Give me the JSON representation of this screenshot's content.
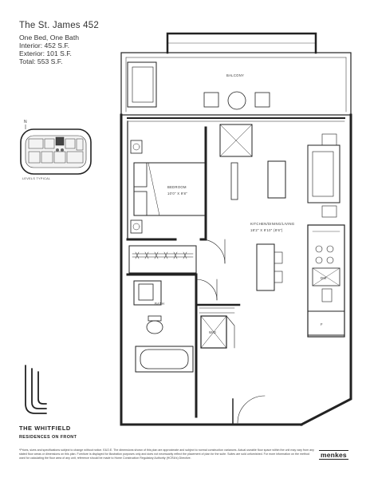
{
  "header": {
    "title": "The St. James 452",
    "unit_type": "One Bed, One Bath",
    "interior": "Interior: 452 S.F.",
    "exterior": "Exterior: 101 S.F.",
    "total": "Total: 553 S.F."
  },
  "key_plan": {
    "label": "LEVELS TYPICAL",
    "north_marker": "N"
  },
  "rooms": {
    "balcony": "BALCONY",
    "bedroom": "BEDROOM",
    "bedroom_dims": "10'0\" X 9'8\"",
    "kitchen": "KITCHEN/DINING/LIVING",
    "kitchen_dims": "18'2\" X 9'10\" (8'6\")",
    "bath": "BATH",
    "wd": "W/D",
    "dw": "DW",
    "fridge": "F"
  },
  "branding": {
    "name": "THE WHITFIELD",
    "subtitle": "RESIDENCES ON FRONT",
    "developer": "menkes"
  },
  "disclaimer": "*Prices, sizes and specifications subject to change without notice. E&O.E. The dimensions shown of this plan are approximate and subject to normal construction variances. Actual useable floor space within the unit may vary from any stated floor areas or dimensions on this plan. Furniture is displayed for illustration purposes only and does not necessarily reflect the placement of plan for the suite. Suites are sold unfurnished. For more information on the method used for calculating the floor area of any unit, reference should be made to Home Construction Regulatory Authority (HCRA's) Directive.",
  "colors": {
    "wall": "#222222",
    "line": "#333333",
    "background": "#ffffff"
  }
}
